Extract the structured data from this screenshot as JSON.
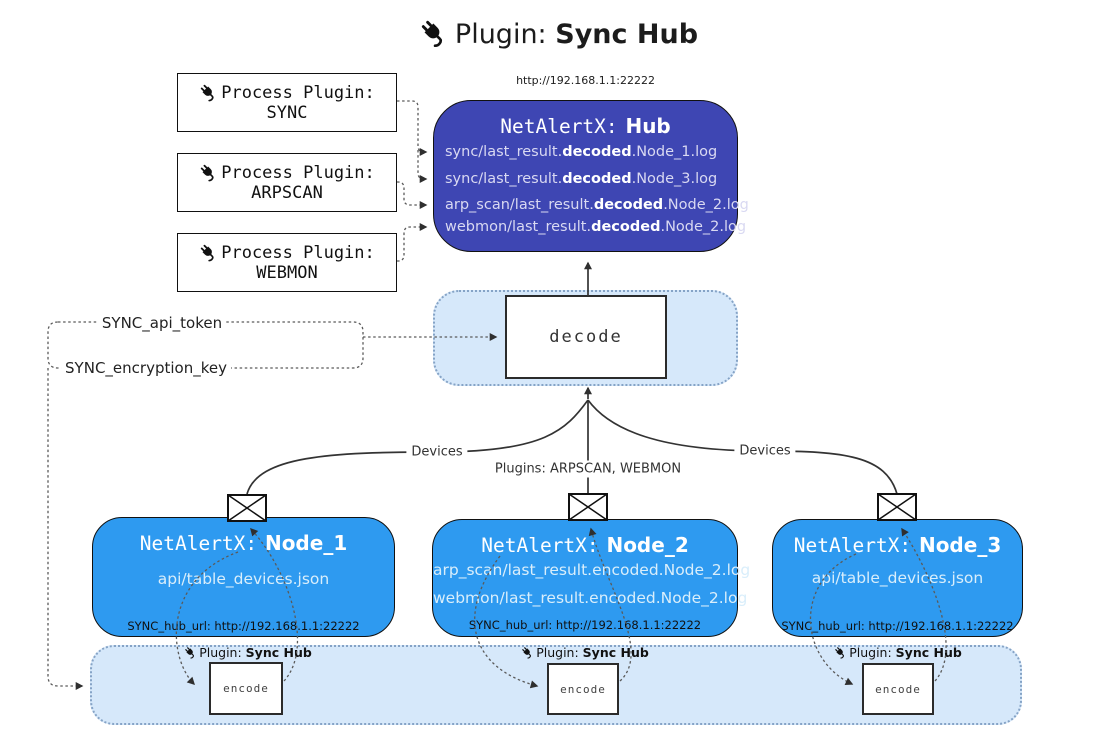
{
  "title": {
    "prefix": "Plugin:",
    "name": "Sync Hub"
  },
  "process_plugins": [
    {
      "label": "Process Plugin:",
      "name": "SYNC"
    },
    {
      "label": "Process Plugin:",
      "name": "ARPSCAN"
    },
    {
      "label": "Process Plugin:",
      "name": "WEBMON"
    }
  ],
  "hub": {
    "url": "http://192.168.1.1:22222",
    "title_prefix": "NetAlertX:",
    "title_name": "Hub",
    "logs": [
      {
        "pre": "sync/last_result.",
        "emph": "decoded",
        "post": ".Node_1.log"
      },
      {
        "pre": "sync/last_result.",
        "emph": "decoded",
        "post": ".Node_3.log"
      },
      {
        "pre": "arp_scan/last_result.",
        "emph": "decoded",
        "post": ".Node_2.log"
      },
      {
        "pre": "webmon/last_result.",
        "emph": "decoded",
        "post": ".Node_2.log"
      }
    ]
  },
  "decode": {
    "label": "decode"
  },
  "config": {
    "api_token": "SYNC_api_token",
    "encryption_key": "SYNC_encryption_key"
  },
  "edge_labels": {
    "devices_left": "Devices",
    "plugins_mid": "Plugins: ARPSCAN, WEBMON",
    "devices_right": "Devices"
  },
  "nodes": [
    {
      "title_prefix": "NetAlertX:",
      "title_name": "Node_1",
      "files": [
        "api/table_devices.json"
      ],
      "hub_url": "SYNC_hub_url: http://192.168.1.1:22222"
    },
    {
      "title_prefix": "NetAlertX:",
      "title_name": "Node_2",
      "files": [
        "arp_scan/last_result.encoded.Node_2.log",
        "webmon/last_result.encoded.Node_2.log"
      ],
      "hub_url": "SYNC_hub_url: http://192.168.1.1:22222"
    },
    {
      "title_prefix": "NetAlertX:",
      "title_name": "Node_3",
      "files": [
        "api/table_devices.json"
      ],
      "hub_url": "SYNC_hub_url: http://192.168.1.1:22222"
    }
  ],
  "encoders": [
    {
      "plugin_prefix": "Plugin:",
      "plugin_name": "Sync Hub",
      "label": "encode"
    },
    {
      "plugin_prefix": "Plugin:",
      "plugin_name": "Sync Hub",
      "label": "encode"
    },
    {
      "plugin_prefix": "Plugin:",
      "plugin_name": "Sync Hub",
      "label": "encode"
    }
  ],
  "colors": {
    "hub_fill": "#3e46b3",
    "node_fill": "#2e9af0",
    "panel_fill": "#d6e8fa",
    "line": "#333333"
  }
}
